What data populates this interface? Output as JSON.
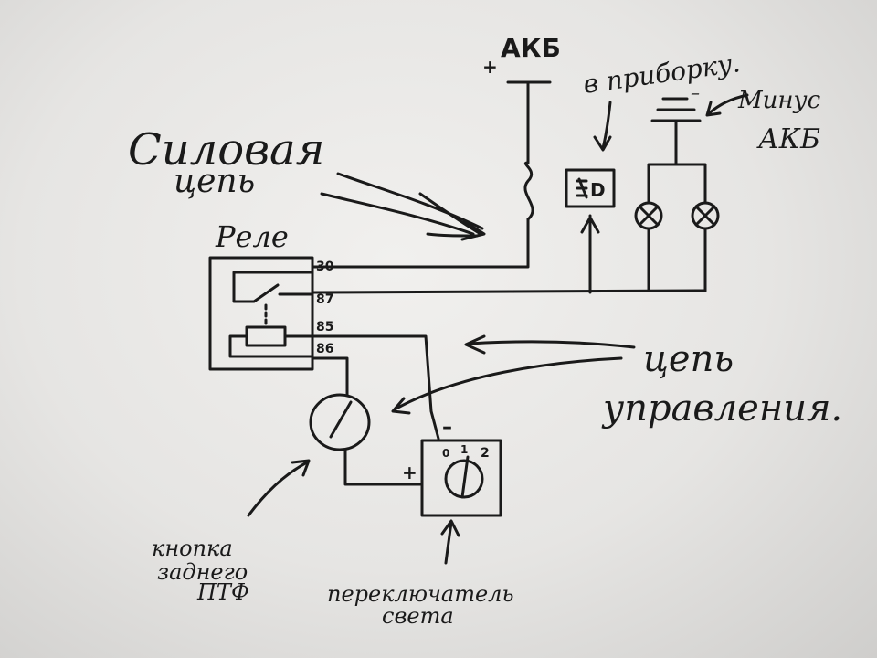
{
  "labels": {
    "power_circuit_line1": "Силовая",
    "power_circuit_line2": "цепь",
    "relay": "Реле",
    "battery_plus_sign": "+",
    "battery": "АКБ",
    "to_dashboard": "в приборку.",
    "battery_minus_line1": "Минус",
    "battery_minus_line2": "АКБ",
    "control_circuit_line1": "цепь",
    "control_circuit_line2": "управления.",
    "rear_fog_button_line1": "кнопка",
    "rear_fog_button_line2": "заднего",
    "rear_fog_button_line3": "ПТФ",
    "light_switch_line1": "переключатель",
    "light_switch_line2": "света",
    "switch_plus": "+",
    "switch_minus": "–",
    "switch_pos0": "0",
    "switch_pos1": "1",
    "switch_pos2": "2",
    "ground_minus": "–"
  },
  "relay_pins": [
    "30",
    "87",
    "85",
    "86"
  ],
  "ink_color": "#1a1a1a"
}
